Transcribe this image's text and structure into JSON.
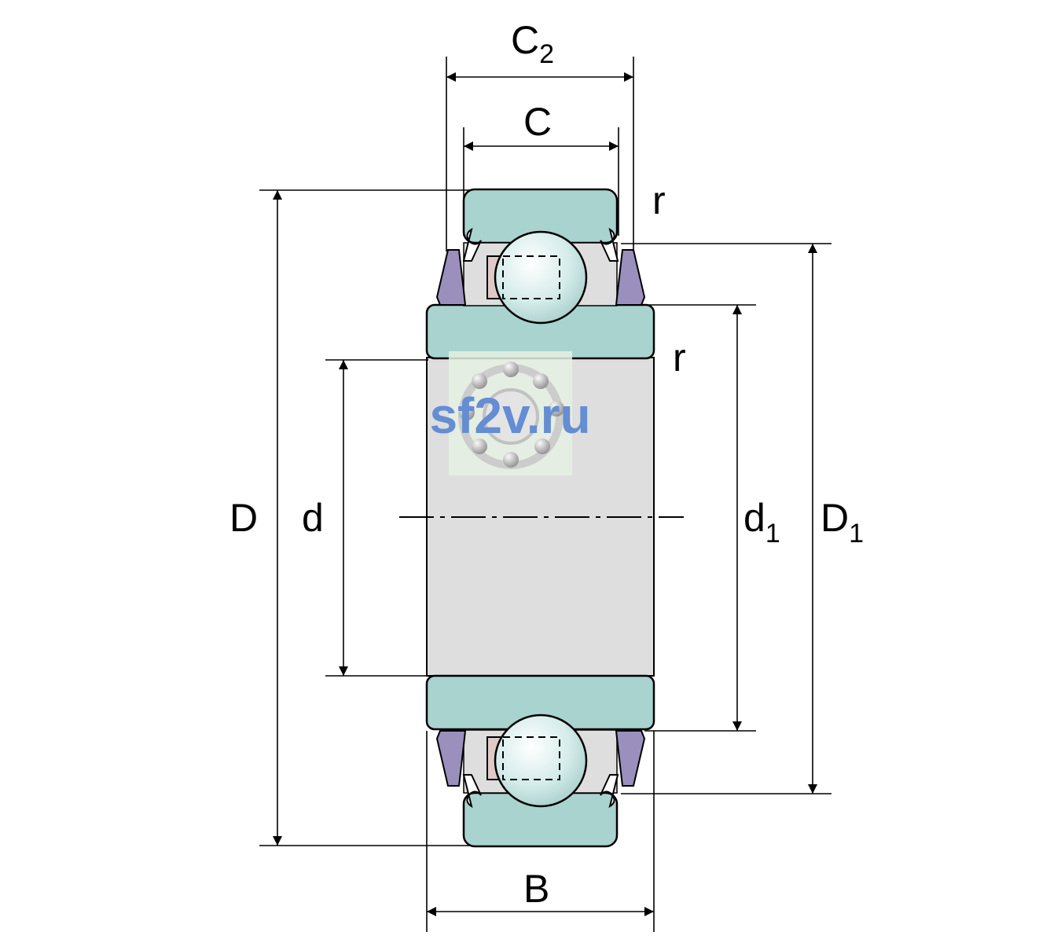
{
  "colors": {
    "ring": "#a9d3cf",
    "bore": "#dedede",
    "seal": "#9b8fbe",
    "ball": "#d4ecea",
    "cage": "#dfcac8",
    "watermark": "#4f7fd3"
  },
  "labels": {
    "C2": {
      "main": "C",
      "sub": "2"
    },
    "C": "C",
    "r_top": "r",
    "r_mid": "r",
    "D": "D",
    "d": "d",
    "d1": {
      "main": "d",
      "sub": "1"
    },
    "D1": {
      "main": "D",
      "sub": "1"
    },
    "B": "B"
  },
  "watermark": {
    "text": "sf2v.ru",
    "logo": "ball-bearing-logo-icon"
  }
}
